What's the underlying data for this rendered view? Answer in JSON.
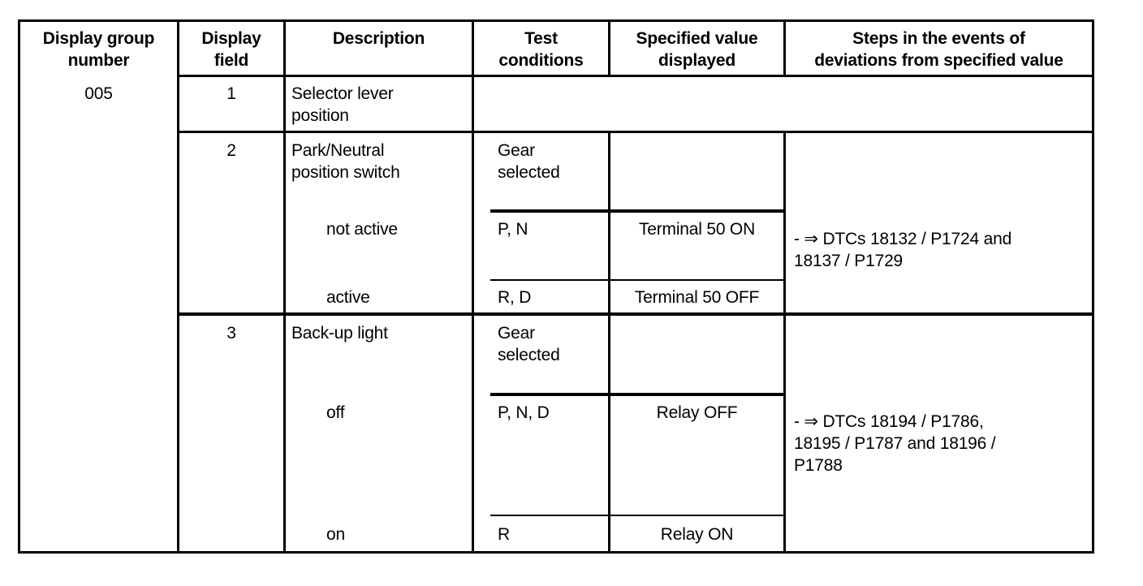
{
  "headers": {
    "group": [
      "Display group",
      "number"
    ],
    "field": [
      "Display",
      "field"
    ],
    "description": "Description",
    "conditions": [
      "Test",
      "conditions"
    ],
    "specified": [
      "Specified value",
      "displayed"
    ],
    "steps": [
      "Steps in the events of",
      "deviations from specified value"
    ]
  },
  "group_number": "005",
  "rows": [
    {
      "field": "1",
      "description": [
        "Selector lever",
        "position"
      ]
    },
    {
      "field": "2",
      "description": [
        "Park/Neutral",
        "position switch"
      ],
      "condition_header": [
        "Gear",
        "selected"
      ],
      "states": [
        {
          "label": "not active",
          "condition": "P, N",
          "value": "Terminal 50 ON"
        },
        {
          "label": "active",
          "condition": "R, D",
          "value": "Terminal 50 OFF"
        }
      ],
      "steps": [
        "- ⇒ DTCs 18132 / P1724 and",
        "18137 / P1729"
      ]
    },
    {
      "field": "3",
      "description": [
        "Back-up light"
      ],
      "condition_header": [
        "Gear",
        "selected"
      ],
      "states": [
        {
          "label": "off",
          "condition": "P, N, D",
          "value": "Relay OFF"
        },
        {
          "label": "on",
          "condition": "R",
          "value": "Relay ON"
        }
      ],
      "steps": [
        "- ⇒ DTCs 18194 / P1786,",
        "18195 / P1787 and 18196 /",
        "P1788"
      ]
    }
  ]
}
